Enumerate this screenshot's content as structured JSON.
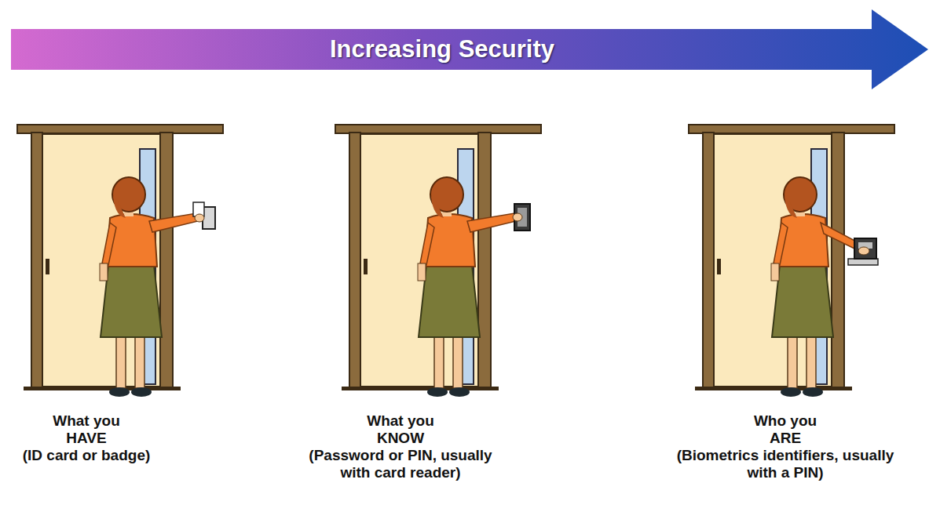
{
  "diagram": {
    "nodes": [
      {
        "text": [
          "Increasing Security"
        ]
      }
    ],
    "labels": [
      "What you HAVE",
      "(ID card or badge)",
      "What you KNOW",
      "(Password or PIN, usually with card reader)",
      "Who you ARE",
      "(Biometrics identifiers, usually with a PIN)"
    ]
  }
}
